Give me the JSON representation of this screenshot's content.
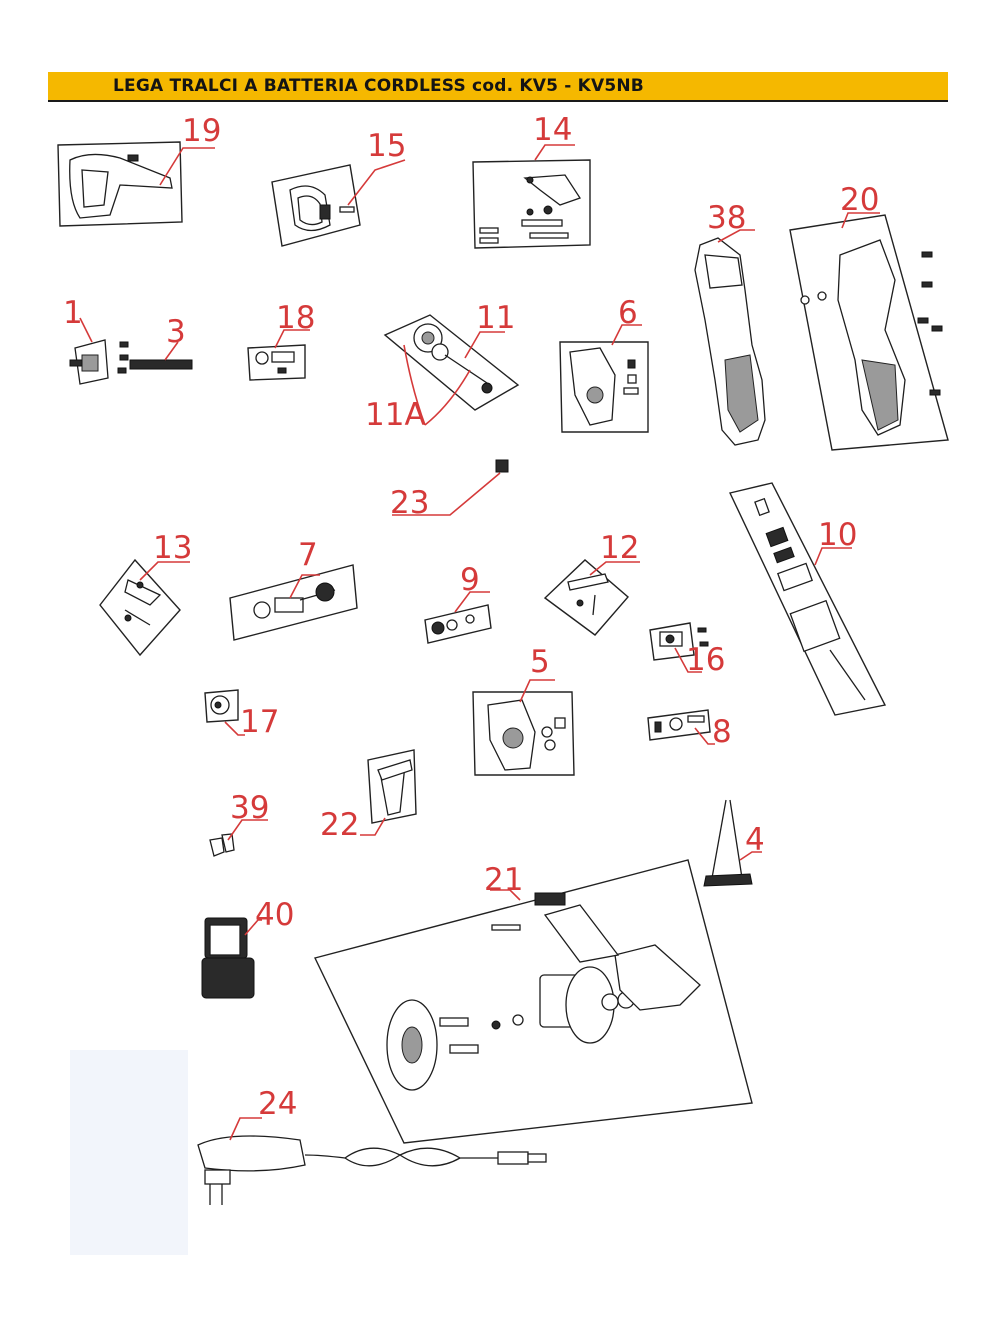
{
  "header": {
    "title": "LEGA TRALCI A BATTERIA CORDLESS cod. KV5 - KV5NB"
  },
  "parts": {
    "p1": "1",
    "p3": "3",
    "p4": "4",
    "p5": "5",
    "p6": "6",
    "p7": "7",
    "p8": "8",
    "p9": "9",
    "p10": "10",
    "p11": "11",
    "p11a": "11A",
    "p12": "12",
    "p13": "13",
    "p14": "14",
    "p15": "15",
    "p16": "16",
    "p17": "17",
    "p18": "18",
    "p19": "19",
    "p20": "20",
    "p21": "21",
    "p22": "22",
    "p23": "23",
    "p24": "24",
    "p38": "38",
    "p39": "39",
    "p40": "40"
  }
}
